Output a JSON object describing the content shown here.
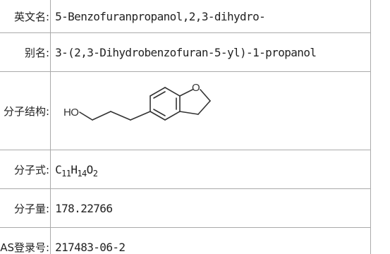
{
  "rows": [
    {
      "label": "英文名:",
      "value": "5-Benzofuranpropanol,2,3-dihydro-"
    },
    {
      "label": "别名:",
      "value": "3-(2,3-Dihydrobenzofuran-5-yl)-1-propanol"
    },
    {
      "label": "分子结构:"
    },
    {
      "label": "分子式:",
      "formula": [
        {
          "text": "C",
          "sub": "11"
        },
        {
          "text": "H",
          "sub": "14"
        },
        {
          "text": "O",
          "sub": "2"
        }
      ]
    },
    {
      "label": "分子量:",
      "value": "178.22766"
    },
    {
      "label": "CAS登录号:",
      "value": "217483-06-2"
    }
  ],
  "structure": {
    "hydroxyl_label": "HO",
    "oxygen_label": "O"
  }
}
